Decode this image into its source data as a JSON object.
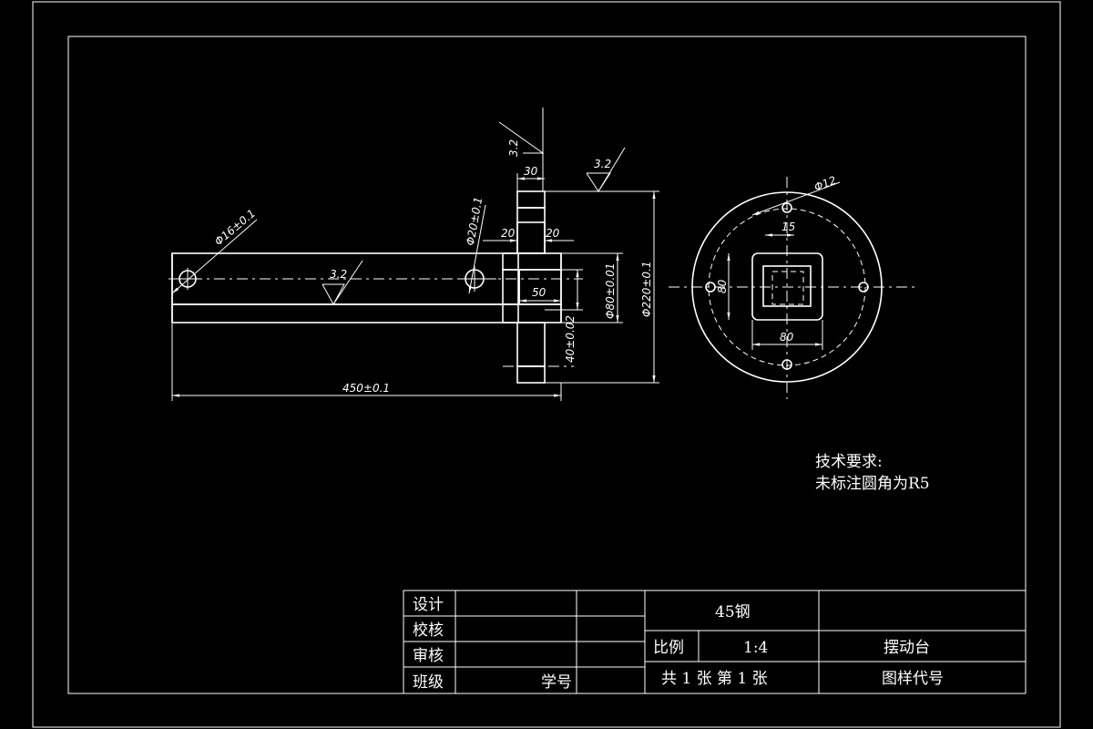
{
  "drawing": {
    "dimensions": {
      "d16": "Φ16±0.1",
      "d20": "Φ20±0.1",
      "r32_a": "3.2",
      "r32_b": "3.2",
      "r32_c": "3.2",
      "w30": "30",
      "w20a": "20",
      "w20b": "20",
      "w50": "50",
      "d80": "Φ80±0.01",
      "d220": "Φ220±0.1",
      "t40": "40±0.02",
      "len450": "450±0.1",
      "d12": "Φ12",
      "s15": "15",
      "sq80v": "80",
      "sq80h": "80"
    }
  },
  "notes": {
    "title": "技术要求:",
    "line1": "未标注圆角为R5"
  },
  "title_block": {
    "design": "设计",
    "check": "校核",
    "review": "审核",
    "class": "班级",
    "student_no": "学号",
    "material": "45钢",
    "scale_label": "比例",
    "scale_value": "1:4",
    "part_name": "摆动台",
    "sheet_info": "共 1 张   第 1 张",
    "drawing_code": "图样代号"
  }
}
